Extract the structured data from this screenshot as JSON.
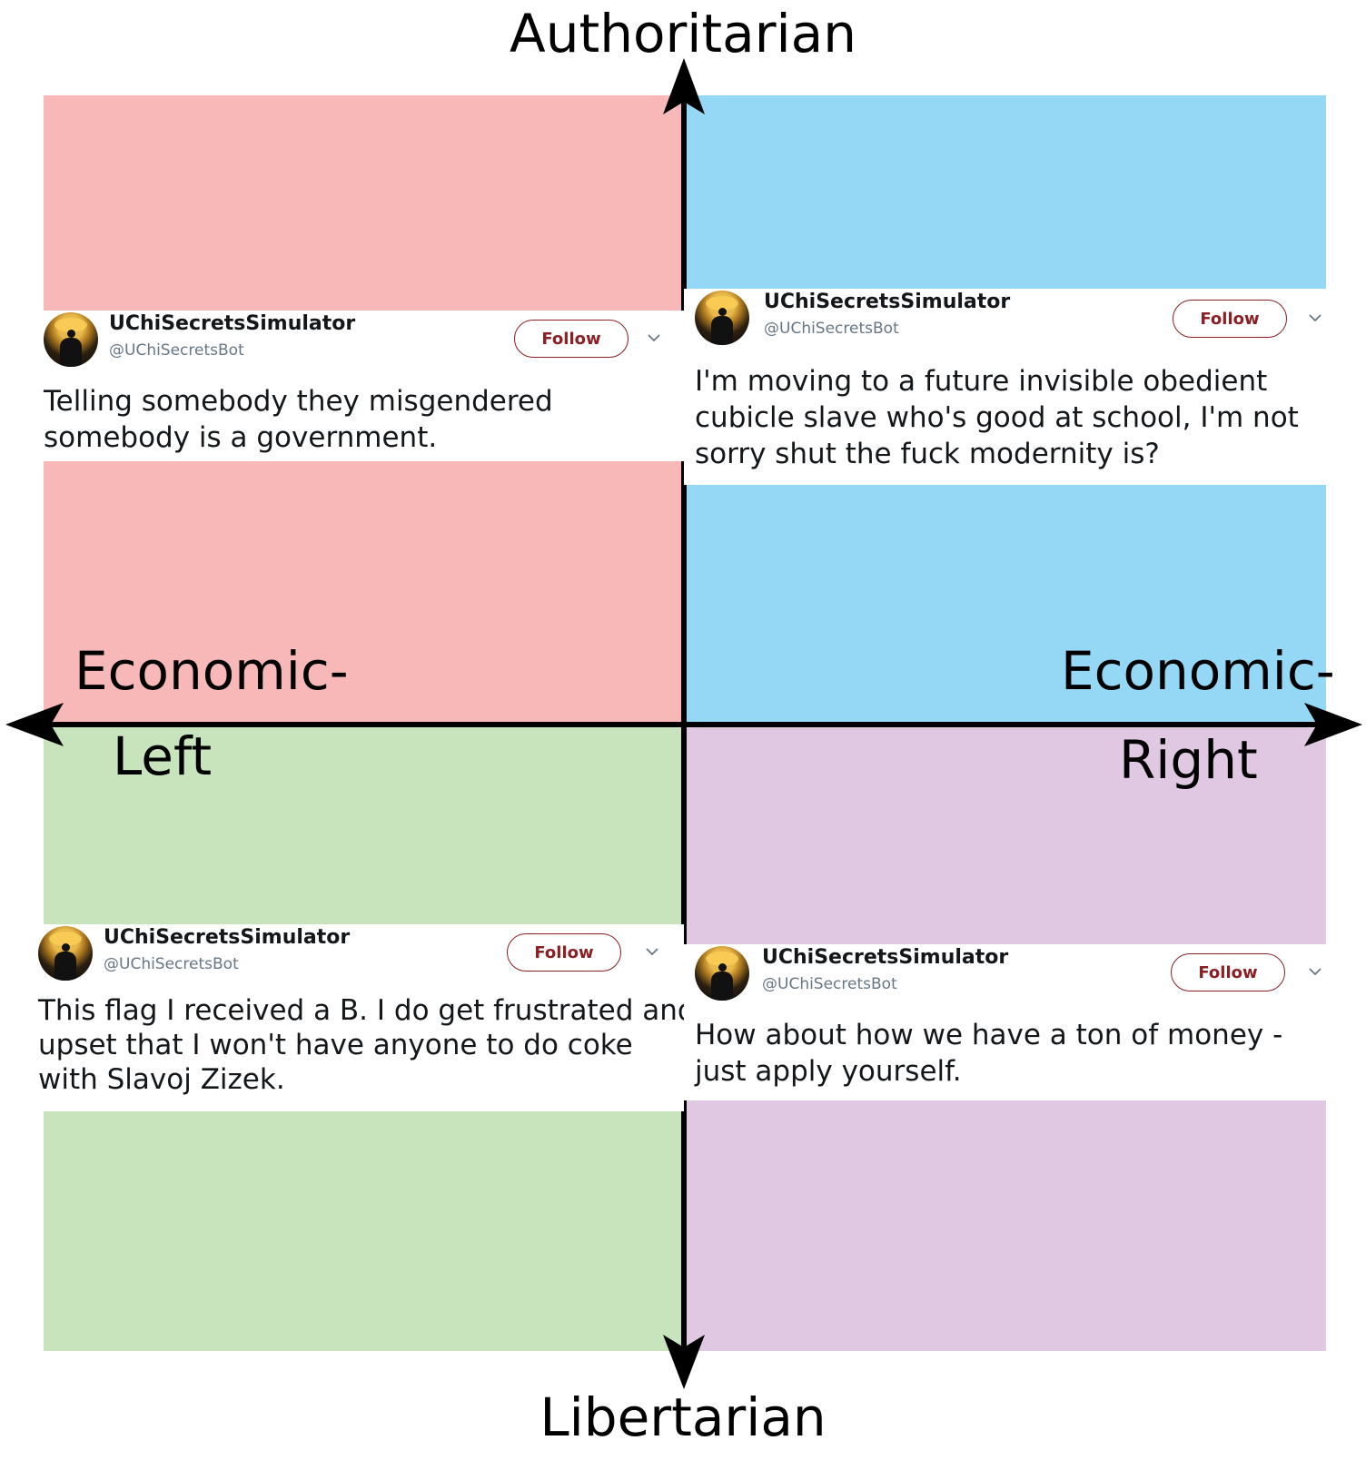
{
  "colors": {
    "authoritarian_left": "#f8b8b8",
    "authoritarian_right": "#94d8f6",
    "libertarian_left": "#c8e4bc",
    "libertarian_right": "#e0c8e2",
    "axis": "#000000",
    "follow_accent": "#8a1f24"
  },
  "axes": {
    "top": "Authoritarian",
    "bottom": "Libertarian",
    "left_line1": "Economic-",
    "left_line2": "Left",
    "right_line1": "Economic-",
    "right_line2": "Right"
  },
  "tweets": [
    {
      "display_name": "UChiSecretsSimulator",
      "handle": "@UChiSecretsBot",
      "follow_label": "Follow",
      "text_lines": [
        "Telling somebody they misgendered",
        "somebody is a government."
      ]
    },
    {
      "display_name": "UChiSecretsSimulator",
      "handle": "@UChiSecretsBot",
      "follow_label": "Follow",
      "text_lines": [
        "I'm moving to a future invisible obedient",
        "cubicle slave who's good at school, I'm not",
        "sorry shut the fuck modernity is?"
      ]
    },
    {
      "display_name": "UChiSecretsSimulator",
      "handle": "@UChiSecretsBot",
      "follow_label": "Follow",
      "text_lines": [
        "This flag I received a B. I do get frustrated and",
        "upset that I won't have anyone to do coke",
        "with Slavoj Zizek."
      ]
    },
    {
      "display_name": "UChiSecretsSimulator",
      "handle": "@UChiSecretsBot",
      "follow_label": "Follow",
      "text_lines": [
        "How about how we have a ton of money -",
        "just apply yourself."
      ]
    }
  ]
}
